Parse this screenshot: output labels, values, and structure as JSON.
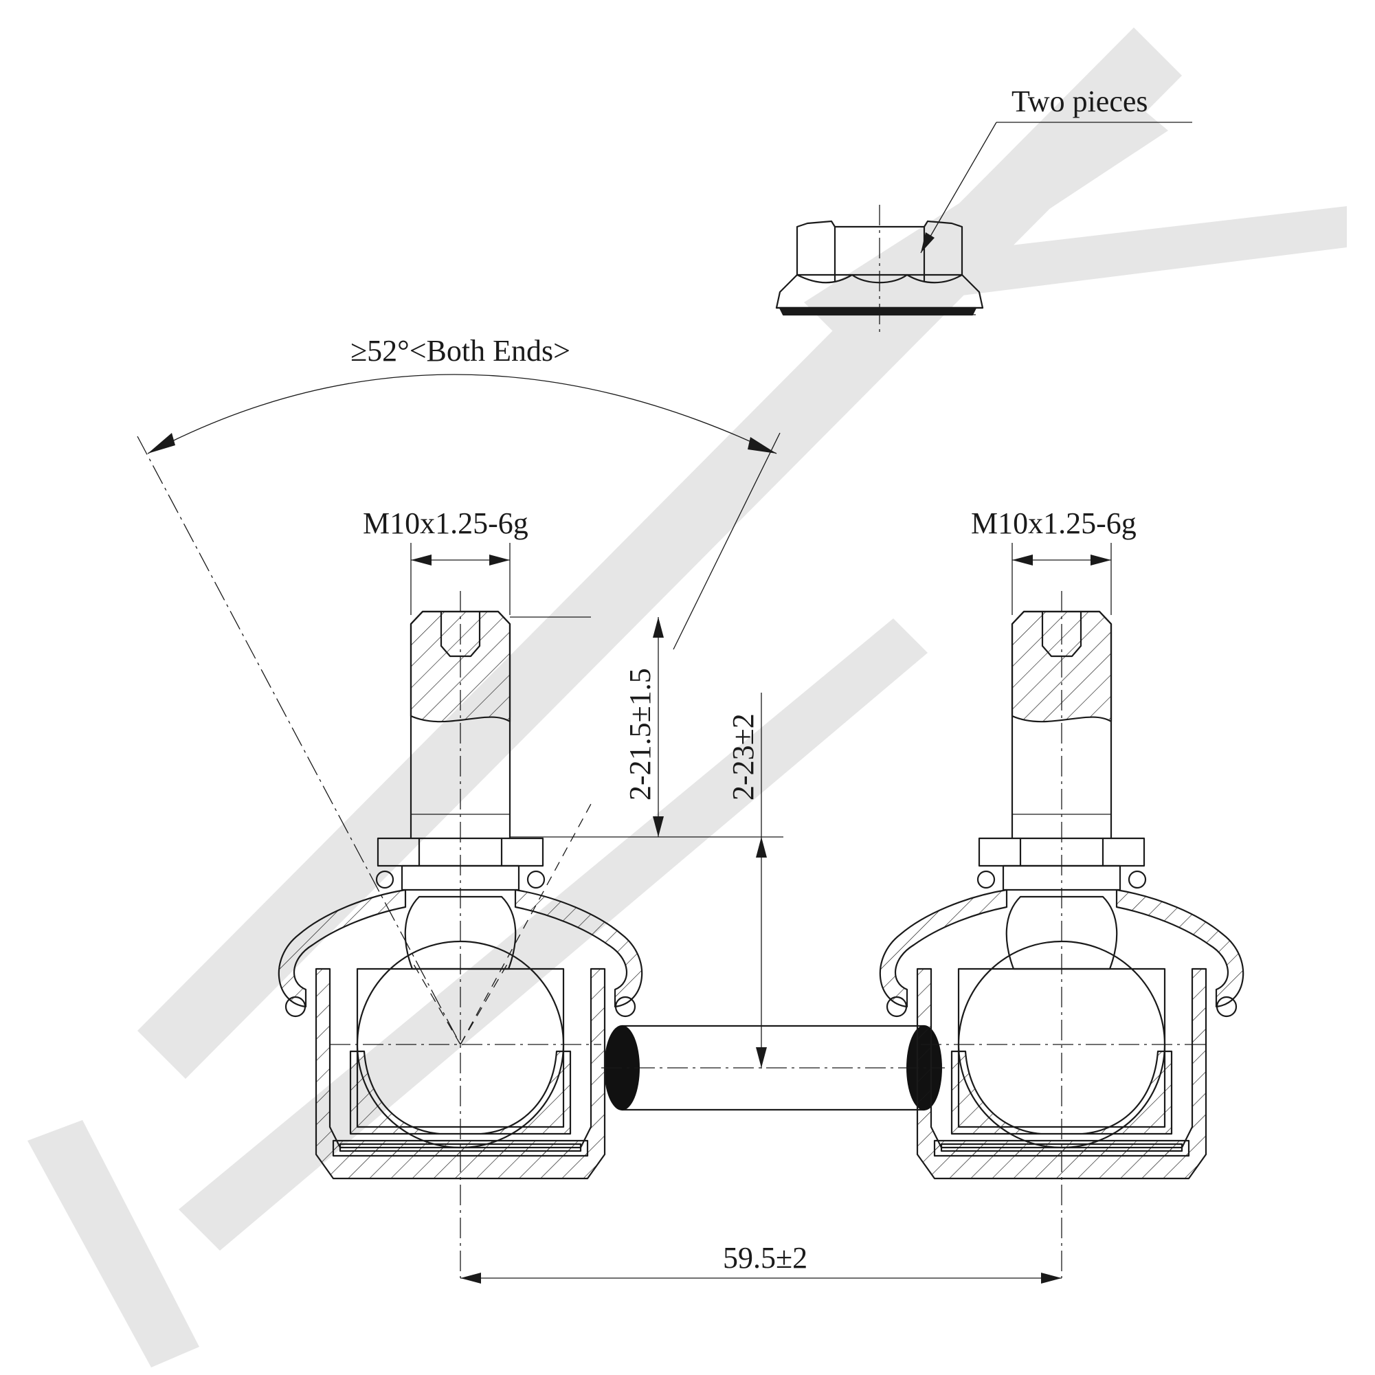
{
  "labels": {
    "nut_callout": "Two pieces",
    "angle": "≥52°<Both Ends>",
    "thread_left": "M10x1.25-6g",
    "thread_right": "M10x1.25-6g",
    "stud_length": "2-21.5±1.5",
    "stud_height": "2-23±2",
    "center_distance": "59.5±2"
  },
  "watermark": {
    "color": "#e6e6e6"
  }
}
